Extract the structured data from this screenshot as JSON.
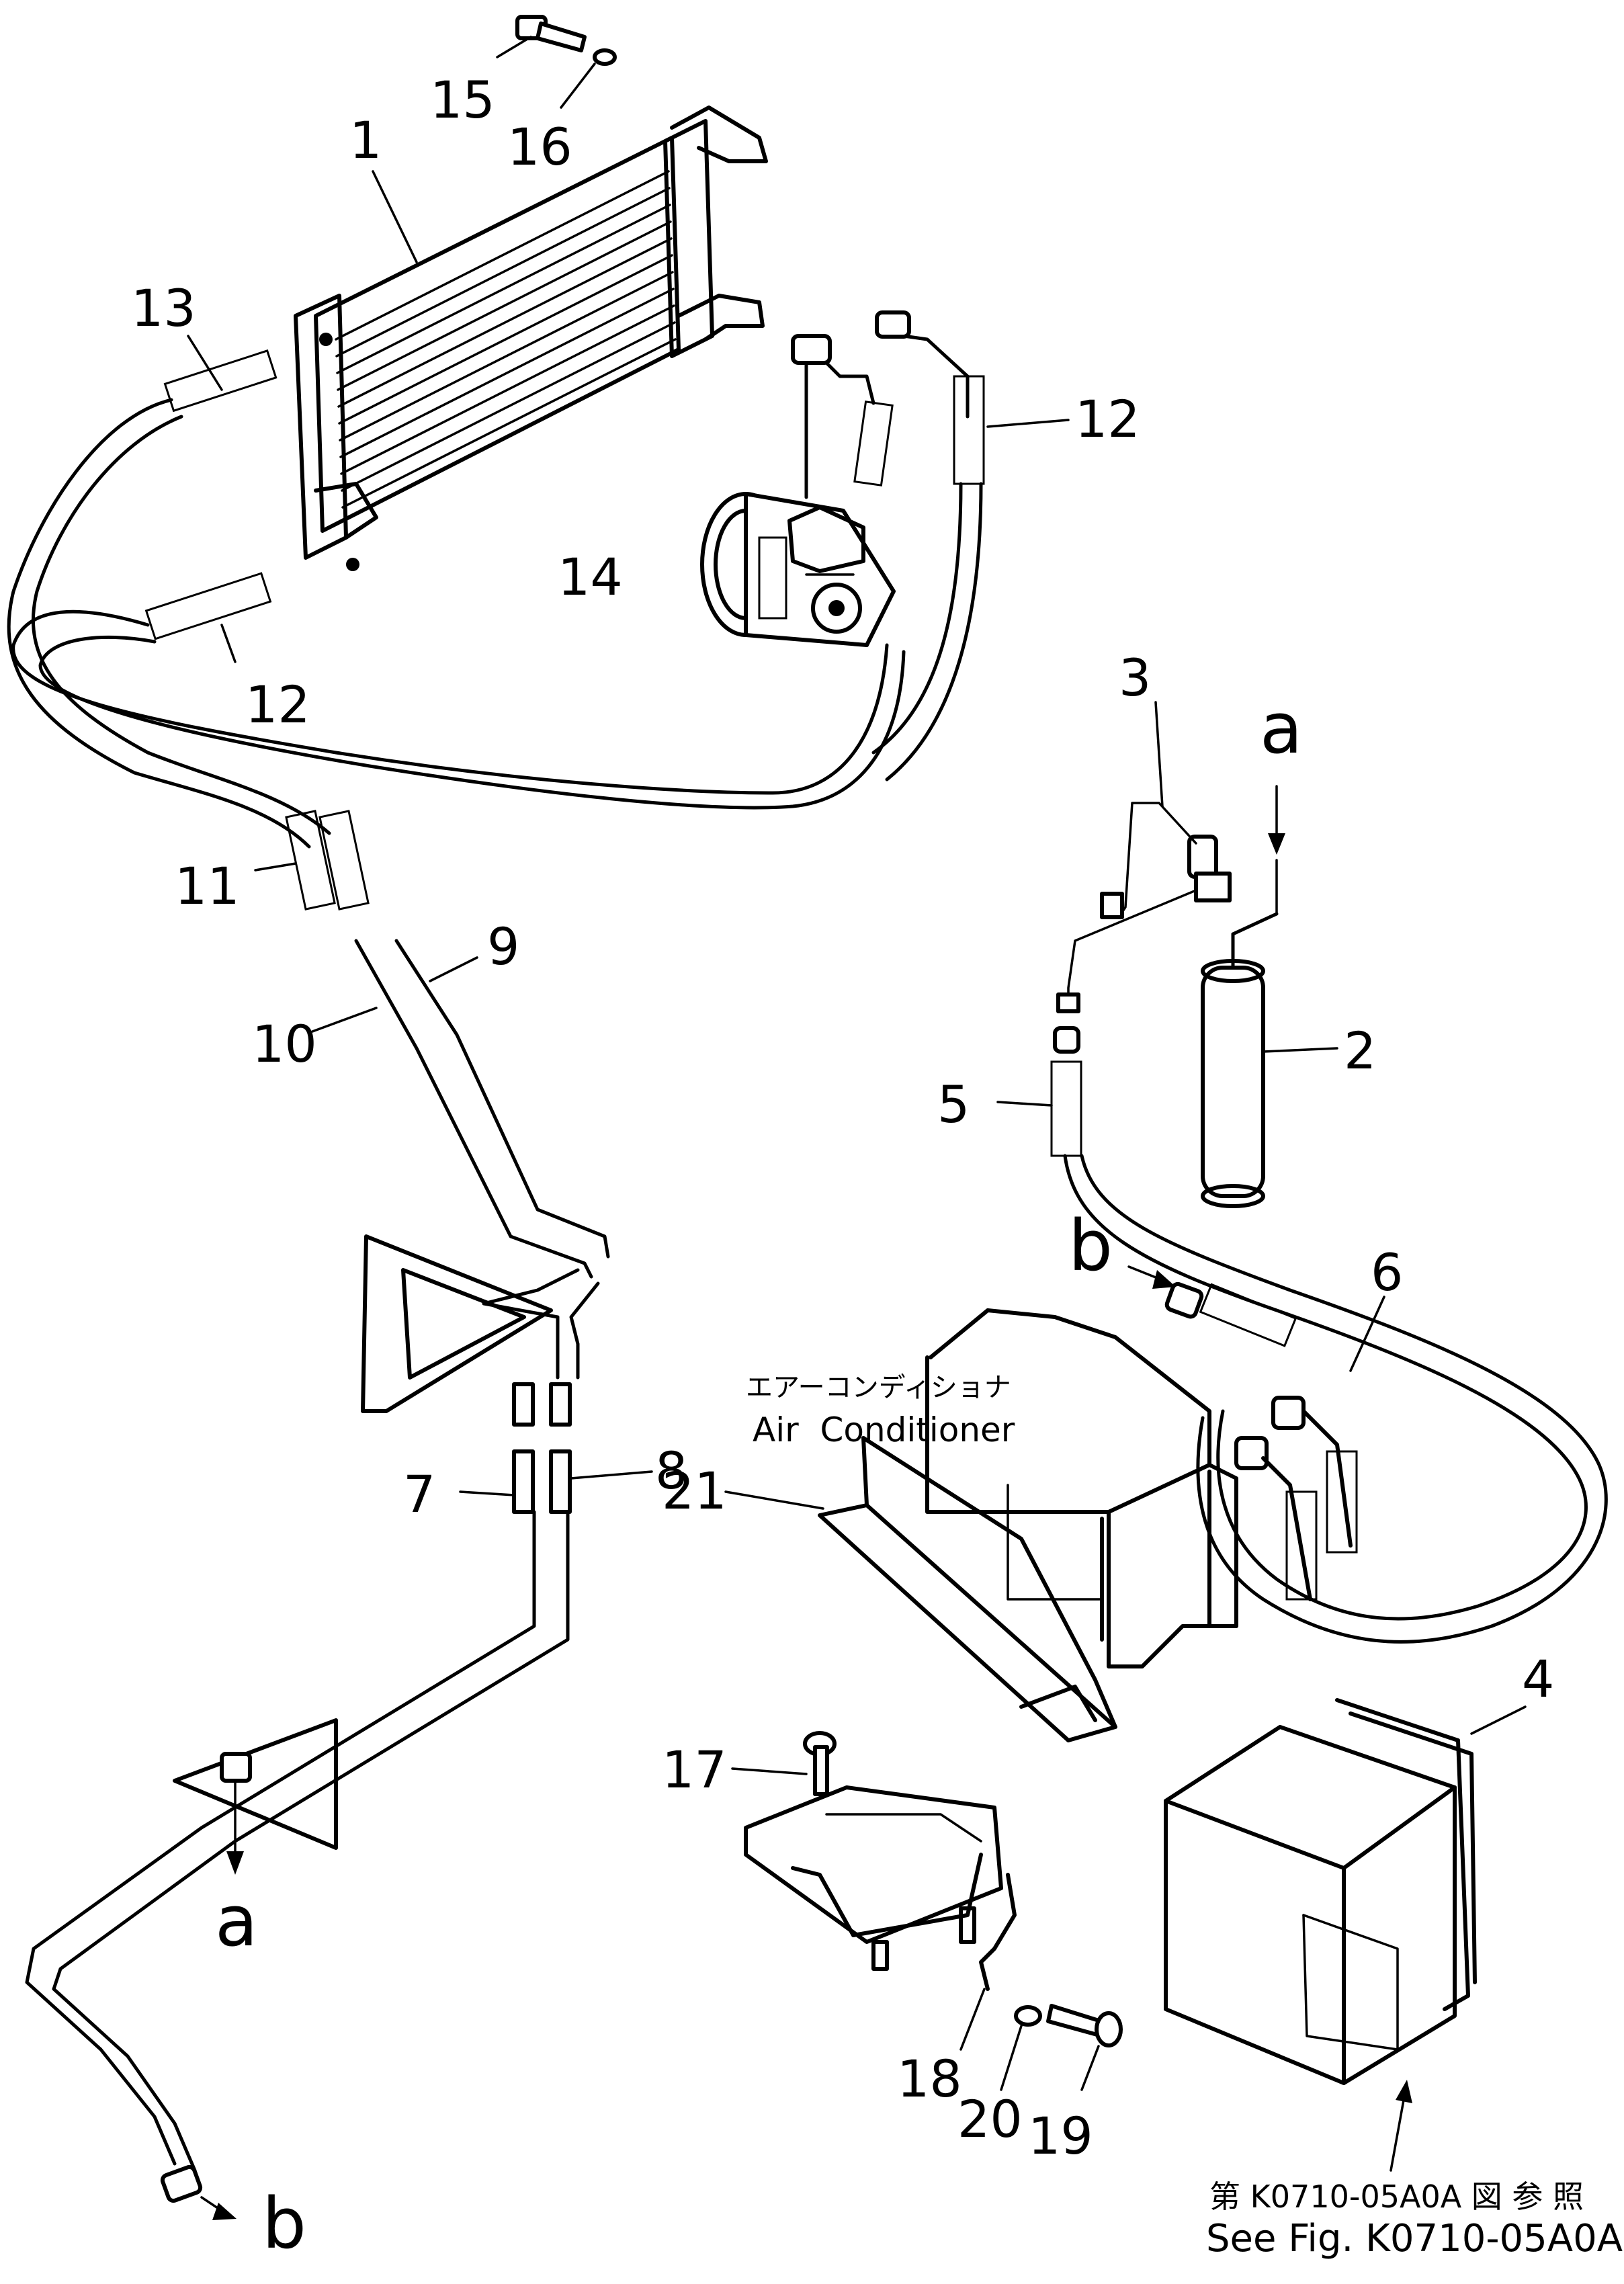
{
  "diagram": {
    "title": "",
    "callouts": [
      {
        "id": "p1",
        "label": "1"
      },
      {
        "id": "p2",
        "label": "2"
      },
      {
        "id": "p3",
        "label": "3"
      },
      {
        "id": "p4",
        "label": "4"
      },
      {
        "id": "p5",
        "label": "5"
      },
      {
        "id": "p6",
        "label": "6"
      },
      {
        "id": "p7",
        "label": "7"
      },
      {
        "id": "p8",
        "label": "8"
      },
      {
        "id": "p9",
        "label": "9"
      },
      {
        "id": "p10",
        "label": "10"
      },
      {
        "id": "p11",
        "label": "11"
      },
      {
        "id": "p12a",
        "label": "12"
      },
      {
        "id": "p12b",
        "label": "12"
      },
      {
        "id": "p13",
        "label": "13"
      },
      {
        "id": "p14",
        "label": "14"
      },
      {
        "id": "p15",
        "label": "15"
      },
      {
        "id": "p16",
        "label": "16"
      },
      {
        "id": "p17",
        "label": "17"
      },
      {
        "id": "p18",
        "label": "18"
      },
      {
        "id": "p19",
        "label": "19"
      },
      {
        "id": "p20",
        "label": "20"
      },
      {
        "id": "p21",
        "label": "21"
      }
    ],
    "connectors": [
      {
        "id": "a-top",
        "label": "a"
      },
      {
        "id": "a-bottom",
        "label": "a"
      },
      {
        "id": "b-mid",
        "label": "b"
      },
      {
        "id": "b-bottom",
        "label": "b"
      }
    ],
    "air_conditioner": {
      "label_jp": "エアーコンディショナ",
      "label_en": "Air  Conditioner"
    },
    "reference": {
      "jp": "第 K0710-05A0A 図 参 照",
      "en": "See Fig. K0710-05A0A"
    }
  }
}
